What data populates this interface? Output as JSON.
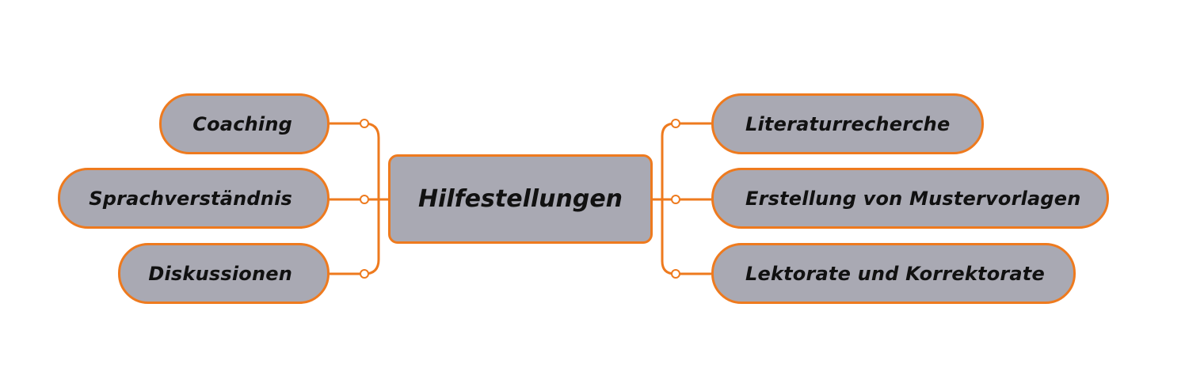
{
  "diagram": {
    "center": {
      "label": "Hilfestellungen"
    },
    "left": [
      {
        "label": "Coaching"
      },
      {
        "label": "Sprachverständnis"
      },
      {
        "label": "Diskussionen"
      }
    ],
    "right": [
      {
        "label": "Literaturrecherche"
      },
      {
        "label": "Erstellung von Mustervorlagen"
      },
      {
        "label": "Lektorate und Korrektorate"
      }
    ]
  },
  "colors": {
    "accent": "#ee7a1e",
    "node_fill": "#a9a9b3",
    "text": "#111111",
    "background": "#ffffff"
  }
}
